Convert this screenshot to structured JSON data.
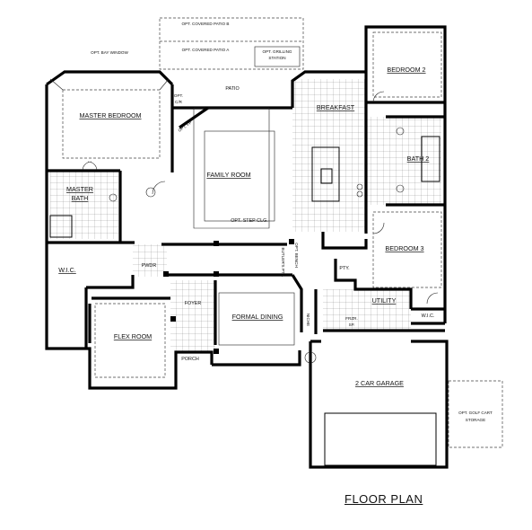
{
  "title": "FLOOR PLAN",
  "labels": {
    "opt_covered_patio_b": "OPT. COVERED PATIO B",
    "opt_covered_patio_a": "OPT. COVERED PATIO A",
    "opt_grilling_station_1": "OPT. GRILLING",
    "opt_grilling_station_2": "STATION",
    "opt_bay_window": "OPT. BAY WINDOW",
    "patio": "PATIO",
    "opt_cr_1": "OPT.",
    "opt_cr_2": "C/R",
    "opt_fp": "OPT. FP",
    "master_bedroom": "MASTER BEDROOM",
    "breakfast": "BREAKFAST",
    "bedroom_2": "BEDROOM 2",
    "bath_2": "BATH 2",
    "family_room": "FAMILY ROOM",
    "opt_step_clg": "OPT. STEP CLG.",
    "master_bath_1": "MASTER",
    "master_bath_2": "BATH",
    "bedroom_3": "BEDROOM 3",
    "wic_master": "W.I.C.",
    "pwdr": "PWDR",
    "butlers_pty": "BUTLER'S PTY.",
    "opt_bench": "OPT. BENCH",
    "pty": "PTY.",
    "utility": "UTILITY",
    "wic_bed3": "W.I.C.",
    "foyer": "FOYER",
    "formal_dining": "FORMAL DINING",
    "niche": "NICHE",
    "frzr_sp_1": "FRZR.",
    "frzr_sp_2": "SP.",
    "flex_room": "FLEX ROOM",
    "porch": "PORCH",
    "two_car_garage": "2 CAR GARAGE",
    "opt_golf_cart_1": "OPT. GOLF CART",
    "opt_golf_cart_2": "STORAGE"
  }
}
